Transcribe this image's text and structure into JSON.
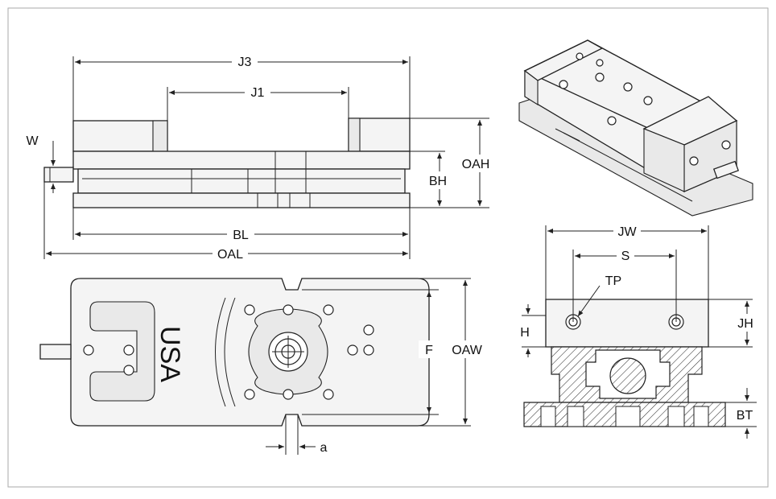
{
  "labels": {
    "j3": "J3",
    "j1": "J1",
    "w": "W",
    "oah": "OAH",
    "bh": "BH",
    "bl": "BL",
    "oal": "OAL",
    "jw": "JW",
    "s": "S",
    "tp": "TP",
    "h": "H",
    "jh": "JH",
    "bt": "BT",
    "f": "F",
    "oaw": "OAW",
    "a": "a",
    "usa": "USA"
  },
  "colors": {
    "line": "#222222",
    "fill": "#f4f4f4",
    "section_hatch": "#333333",
    "border": "#aaaaaa"
  }
}
